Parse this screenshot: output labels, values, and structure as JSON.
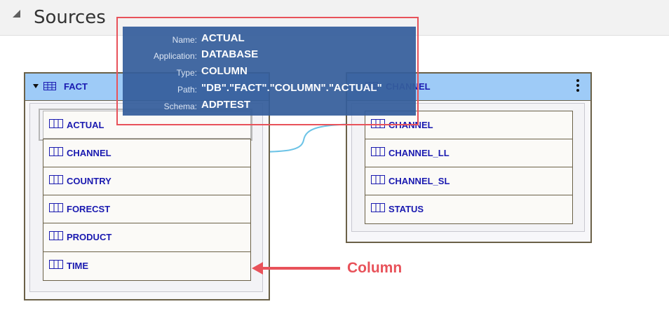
{
  "header": {
    "title": "Sources"
  },
  "fact_table": {
    "name": "FACT",
    "columns": [
      {
        "label": "ACTUAL"
      },
      {
        "label": "CHANNEL"
      },
      {
        "label": "COUNTRY"
      },
      {
        "label": "FORECST"
      },
      {
        "label": "PRODUCT"
      },
      {
        "label": "TIME"
      }
    ]
  },
  "channel_table": {
    "name": "CHANNEL",
    "columns": [
      {
        "label": "CHANNEL"
      },
      {
        "label": "CHANNEL_LL"
      },
      {
        "label": "CHANNEL_SL"
      },
      {
        "label": "STATUS"
      }
    ]
  },
  "tooltip": {
    "name_key": "Name:",
    "name_value": "ACTUAL",
    "application_key": "Application:",
    "application_value": "DATABASE",
    "type_key": "Type:",
    "type_value": "COLUMN",
    "path_key": "Path:",
    "path_value": "\"DB\".\"FACT\".\"COLUMN\".\"ACTUAL\"",
    "schema_key": "Schema:",
    "schema_value": "ADPTEST"
  },
  "annotation": {
    "label": "Column"
  },
  "colors": {
    "header_bar": "#9ecbf7",
    "label_text": "#1a1ab0",
    "tooltip_bg": "#355e9c",
    "annotation": "#e8525a",
    "connector": "#6cc3e6"
  },
  "icons": {
    "collapse": "collapse-triangle-icon",
    "table": "table-grid-icon",
    "column": "column-icon",
    "menu": "kebab-menu-icon"
  }
}
